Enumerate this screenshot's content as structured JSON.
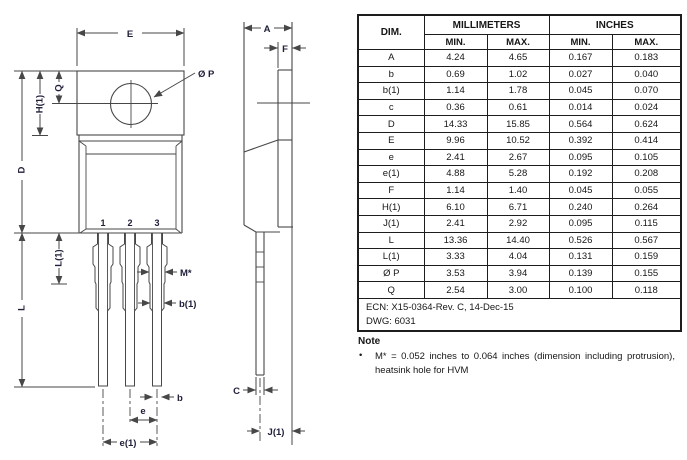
{
  "drawing": {
    "labels": {
      "E": "E",
      "P": "Ø P",
      "Q": "Q",
      "H1": "H(1)",
      "D": "D",
      "L1": "L(1)",
      "L": "L",
      "M": "M*",
      "b1": "b(1)",
      "b": "b",
      "e": "e",
      "e1": "e(1)",
      "A": "A",
      "F": "F",
      "C": "C",
      "J1": "J(1)"
    },
    "pin_numbers": [
      "1",
      "2",
      "3"
    ]
  },
  "table": {
    "headers": {
      "dim": "DIM.",
      "millimeters": "MILLIMETERS",
      "inches": "INCHES",
      "min": "MIN.",
      "max": "MAX."
    },
    "rows": [
      {
        "dim": "A",
        "mm_min": "4.24",
        "mm_max": "4.65",
        "in_min": "0.167",
        "in_max": "0.183"
      },
      {
        "dim": "b",
        "mm_min": "0.69",
        "mm_max": "1.02",
        "in_min": "0.027",
        "in_max": "0.040"
      },
      {
        "dim": "b(1)",
        "mm_min": "1.14",
        "mm_max": "1.78",
        "in_min": "0.045",
        "in_max": "0.070"
      },
      {
        "dim": "c",
        "mm_min": "0.36",
        "mm_max": "0.61",
        "in_min": "0.014",
        "in_max": "0.024"
      },
      {
        "dim": "D",
        "mm_min": "14.33",
        "mm_max": "15.85",
        "in_min": "0.564",
        "in_max": "0.624"
      },
      {
        "dim": "E",
        "mm_min": "9.96",
        "mm_max": "10.52",
        "in_min": "0.392",
        "in_max": "0.414"
      },
      {
        "dim": "e",
        "mm_min": "2.41",
        "mm_max": "2.67",
        "in_min": "0.095",
        "in_max": "0.105"
      },
      {
        "dim": "e(1)",
        "mm_min": "4.88",
        "mm_max": "5.28",
        "in_min": "0.192",
        "in_max": "0.208"
      },
      {
        "dim": "F",
        "mm_min": "1.14",
        "mm_max": "1.40",
        "in_min": "0.045",
        "in_max": "0.055"
      },
      {
        "dim": "H(1)",
        "mm_min": "6.10",
        "mm_max": "6.71",
        "in_min": "0.240",
        "in_max": "0.264"
      },
      {
        "dim": "J(1)",
        "mm_min": "2.41",
        "mm_max": "2.92",
        "in_min": "0.095",
        "in_max": "0.115"
      },
      {
        "dim": "L",
        "mm_min": "13.36",
        "mm_max": "14.40",
        "in_min": "0.526",
        "in_max": "0.567"
      },
      {
        "dim": "L(1)",
        "mm_min": "3.33",
        "mm_max": "4.04",
        "in_min": "0.131",
        "in_max": "0.159"
      },
      {
        "dim": "Ø P",
        "mm_min": "3.53",
        "mm_max": "3.94",
        "in_min": "0.139",
        "in_max": "0.155"
      },
      {
        "dim": "Q",
        "mm_min": "2.54",
        "mm_max": "3.00",
        "in_min": "0.100",
        "in_max": "0.118"
      }
    ],
    "ecn": "ECN: X15-0364-Rev. C, 14-Dec-15",
    "dwg": "DWG: 6031"
  },
  "note": {
    "heading": "Note",
    "bullet_marker": "•",
    "bullet": "M* = 0.052 inches to 0.064 inches (dimension including protrusion), heatsink hole for HVM"
  }
}
